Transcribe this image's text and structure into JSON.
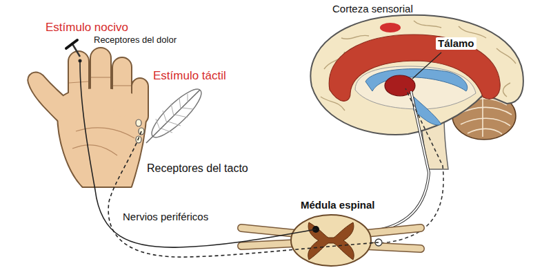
{
  "diagram": {
    "labels": [
      "Corteza sensorial",
      "Estímulo nocivo",
      "Receptores del dolor",
      "Tálamo",
      "Estímulo táctil",
      "Receptores del tacto",
      "Nervios periféricos",
      "Médula espinal"
    ]
  }
}
